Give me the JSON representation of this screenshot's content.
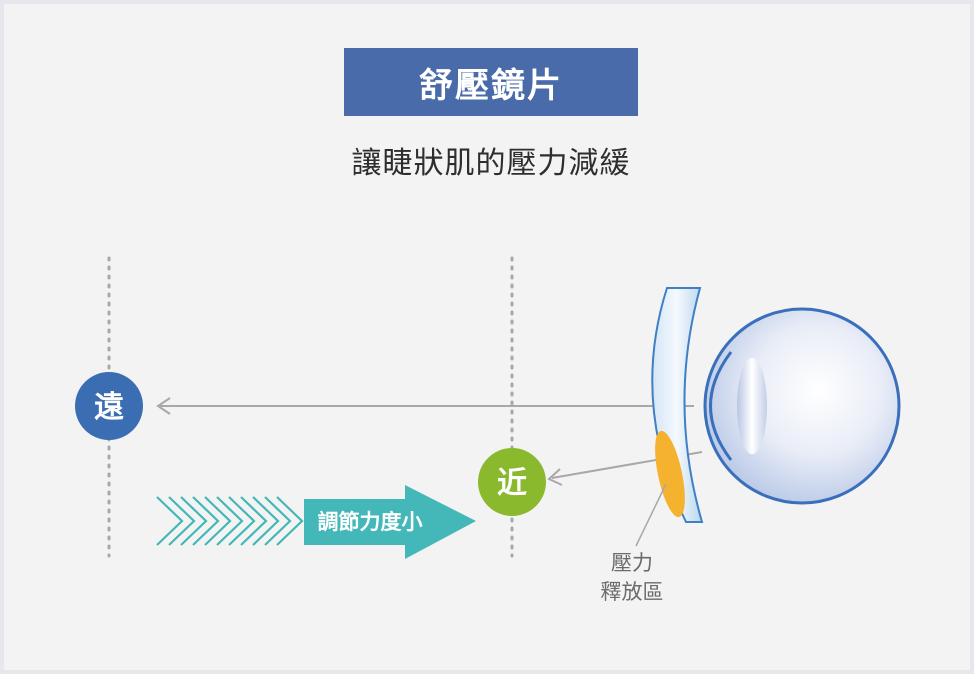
{
  "title": "舒壓鏡片",
  "subtitle": "讓睫狀肌的壓力減緩",
  "far_label": "遠",
  "near_label": "近",
  "arrow_label": "調節力度小",
  "relief_label_line1": "壓力",
  "relief_label_line2": "釋放區",
  "colors": {
    "title_bg": "#4a6ba9",
    "far_circle": "#3b6db3",
    "near_circle": "#8ab92d",
    "arrow": "#44b8b8",
    "relief_zone": "#f4b22e",
    "guide_line": "#a8a8a8"
  }
}
